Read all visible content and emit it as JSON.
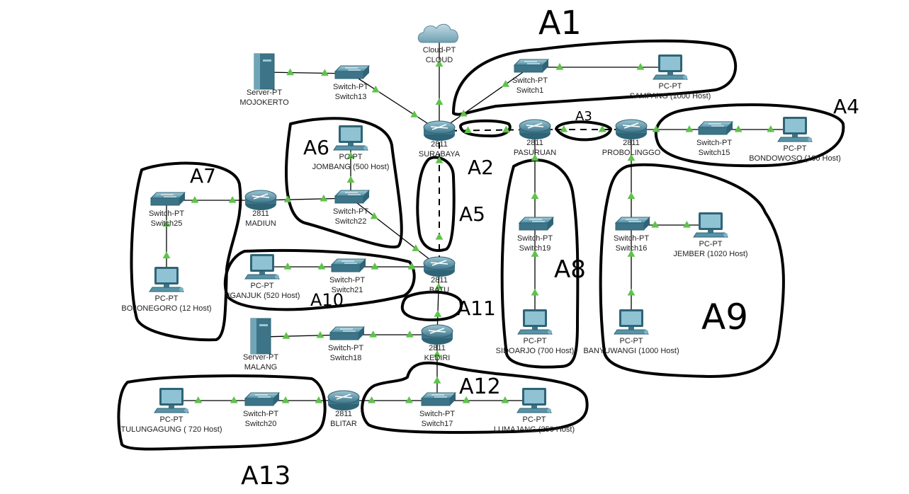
{
  "devices": [
    {
      "id": "cloud",
      "kind": "cloud",
      "type": "Cloud-PT",
      "name": "CLOUD"
    },
    {
      "id": "server_mojokerto",
      "kind": "server",
      "type": "Server-PT",
      "name": "MOJOKERTO"
    },
    {
      "id": "switch13",
      "kind": "switch",
      "type": "Switch-PT",
      "name": "Switch13"
    },
    {
      "id": "switch1",
      "kind": "switch",
      "type": "Switch-PT",
      "name": "Switch1"
    },
    {
      "id": "pc_sampang",
      "kind": "pc",
      "type": "PC-PT",
      "name": "SAMPANG (1000 Host)"
    },
    {
      "id": "router_surabaya",
      "kind": "router",
      "type": "2811",
      "name": "SURABAYA"
    },
    {
      "id": "router_pasuruan",
      "kind": "router",
      "type": "2811",
      "name": "PASURUAN"
    },
    {
      "id": "router_probolinggo",
      "kind": "router",
      "type": "2811",
      "name": "PROBOLINGGO"
    },
    {
      "id": "switch15",
      "kind": "switch",
      "type": "Switch-PT",
      "name": "Switch15"
    },
    {
      "id": "pc_bondowoso",
      "kind": "pc",
      "type": "PC-PT",
      "name": "BONDOWOSO (100 Host)"
    },
    {
      "id": "pc_jombang",
      "kind": "pc",
      "type": "PC-PT",
      "name": "JOMBANG (500 Host)"
    },
    {
      "id": "switch22",
      "kind": "switch",
      "type": "Switch-PT",
      "name": "Switch22"
    },
    {
      "id": "router_madiun",
      "kind": "router",
      "type": "2811",
      "name": "MADIUN"
    },
    {
      "id": "switch25",
      "kind": "switch",
      "type": "Switch-PT",
      "name": "Switch25"
    },
    {
      "id": "pc_bojonegoro",
      "kind": "pc",
      "type": "PC-PT",
      "name": "BOJONEGORO (12 Host)"
    },
    {
      "id": "pc_nganjuk",
      "kind": "pc",
      "type": "PC-PT",
      "name": "NGANJUK (520 Host)"
    },
    {
      "id": "switch21",
      "kind": "switch",
      "type": "Switch-PT",
      "name": "Switch21"
    },
    {
      "id": "router_batu",
      "kind": "router",
      "type": "2811",
      "name": "BATU"
    },
    {
      "id": "switch19",
      "kind": "switch",
      "type": "Switch-PT",
      "name": "Switch19"
    },
    {
      "id": "pc_sidoarjo",
      "kind": "pc",
      "type": "PC-PT",
      "name": "SIDOARJO (700 Host)"
    },
    {
      "id": "switch16",
      "kind": "switch",
      "type": "Switch-PT",
      "name": "Switch16"
    },
    {
      "id": "pc_jember",
      "kind": "pc",
      "type": "PC-PT",
      "name": "JEMBER (1020 Host)"
    },
    {
      "id": "pc_banyuwangi",
      "kind": "pc",
      "type": "PC-PT",
      "name": "BANYUWANGI (1000 Host)"
    },
    {
      "id": "server_malang",
      "kind": "server",
      "type": "Server-PT",
      "name": "MALANG"
    },
    {
      "id": "switch18",
      "kind": "switch",
      "type": "Switch-PT",
      "name": "Switch18"
    },
    {
      "id": "router_kediri",
      "kind": "router",
      "type": "2811",
      "name": "KEDIRI"
    },
    {
      "id": "pc_tulungagung",
      "kind": "pc",
      "type": "PC-PT",
      "name": "TULUNGAGUNG ( 720 Host)"
    },
    {
      "id": "switch20",
      "kind": "switch",
      "type": "Switch-PT",
      "name": "Switch20"
    },
    {
      "id": "router_blitar",
      "kind": "router",
      "type": "2811",
      "name": "BLITAR"
    },
    {
      "id": "switch17",
      "kind": "switch",
      "type": "Switch-PT",
      "name": "Switch17"
    },
    {
      "id": "pc_lumajang",
      "kind": "pc",
      "type": "PC-PT",
      "name": "LUMAJANG (250 Host)"
    }
  ],
  "links": [
    {
      "from": "server_mojokerto",
      "to": "switch13",
      "style": "solid"
    },
    {
      "from": "switch13",
      "to": "router_surabaya",
      "style": "solid"
    },
    {
      "from": "cloud",
      "to": "router_surabaya",
      "style": "solid"
    },
    {
      "from": "switch1",
      "to": "router_surabaya",
      "style": "solid"
    },
    {
      "from": "switch1",
      "to": "pc_sampang",
      "style": "solid"
    },
    {
      "from": "router_surabaya",
      "to": "router_pasuruan",
      "style": "dashed"
    },
    {
      "from": "router_pasuruan",
      "to": "router_probolinggo",
      "style": "dashed"
    },
    {
      "from": "router_probolinggo",
      "to": "switch15",
      "style": "solid"
    },
    {
      "from": "switch15",
      "to": "pc_bondowoso",
      "style": "solid"
    },
    {
      "from": "router_surabaya",
      "to": "router_batu",
      "style": "dashed"
    },
    {
      "from": "pc_jombang",
      "to": "switch22",
      "style": "solid"
    },
    {
      "from": "router_madiun",
      "to": "switch22",
      "style": "solid"
    },
    {
      "from": "switch22",
      "to": "router_batu",
      "style": "solid"
    },
    {
      "from": "switch25",
      "to": "router_madiun",
      "style": "solid"
    },
    {
      "from": "switch25",
      "to": "pc_bojonegoro",
      "style": "solid"
    },
    {
      "from": "pc_nganjuk",
      "to": "switch21",
      "style": "solid"
    },
    {
      "from": "switch21",
      "to": "router_batu",
      "style": "solid"
    },
    {
      "from": "router_batu",
      "to": "router_kediri",
      "style": "solid"
    },
    {
      "from": "router_pasuruan",
      "to": "switch19",
      "style": "solid"
    },
    {
      "from": "switch19",
      "to": "pc_sidoarjo",
      "style": "solid"
    },
    {
      "from": "router_probolinggo",
      "to": "switch16",
      "style": "solid"
    },
    {
      "from": "switch16",
      "to": "pc_jember",
      "style": "solid"
    },
    {
      "from": "switch16",
      "to": "pc_banyuwangi",
      "style": "solid"
    },
    {
      "from": "server_malang",
      "to": "switch18",
      "style": "solid"
    },
    {
      "from": "switch18",
      "to": "router_kediri",
      "style": "solid"
    },
    {
      "from": "pc_tulungagung",
      "to": "switch20",
      "style": "solid"
    },
    {
      "from": "switch20",
      "to": "router_blitar",
      "style": "solid"
    },
    {
      "from": "router_blitar",
      "to": "switch17",
      "style": "solid"
    },
    {
      "from": "switch17",
      "to": "pc_lumajang",
      "style": "solid"
    },
    {
      "from": "router_kediri",
      "to": "switch17",
      "style": "solid"
    }
  ],
  "annotations": [
    "A1",
    "A2",
    "A3",
    "A4",
    "A5",
    "A6",
    "A7",
    "A8",
    "A9",
    "A10",
    "A11",
    "A12",
    "A13"
  ],
  "colors": {
    "device": "#3f7f95",
    "device_light": "#7fb4c6",
    "link_indicator": "#5fc34a",
    "ink": "#000000",
    "text": "#222222"
  }
}
